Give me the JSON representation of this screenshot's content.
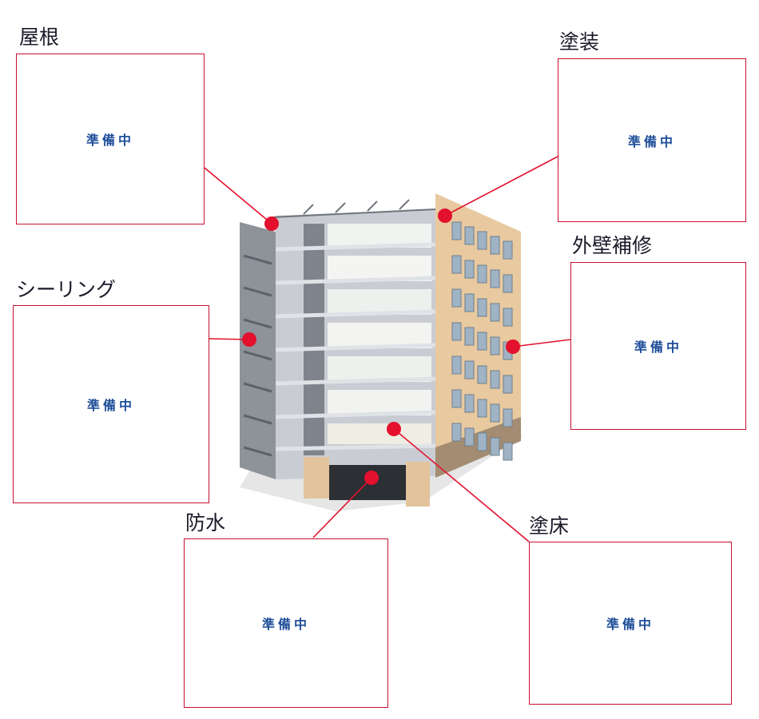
{
  "callouts": [
    {
      "id": "roof",
      "label": "屋根",
      "status": "準備中"
    },
    {
      "id": "paint",
      "label": "塗装",
      "status": "準備中"
    },
    {
      "id": "exterior",
      "label": "外壁補修",
      "status": "準備中"
    },
    {
      "id": "sealing",
      "label": "シーリング",
      "status": "準備中"
    },
    {
      "id": "waterproof",
      "label": "防水",
      "status": "準備中"
    },
    {
      "id": "floor",
      "label": "塗床",
      "status": "準備中"
    }
  ],
  "colors": {
    "accent": "#c8102e",
    "status_text": "#1f4e9a",
    "facade": "#e8c9a0"
  }
}
